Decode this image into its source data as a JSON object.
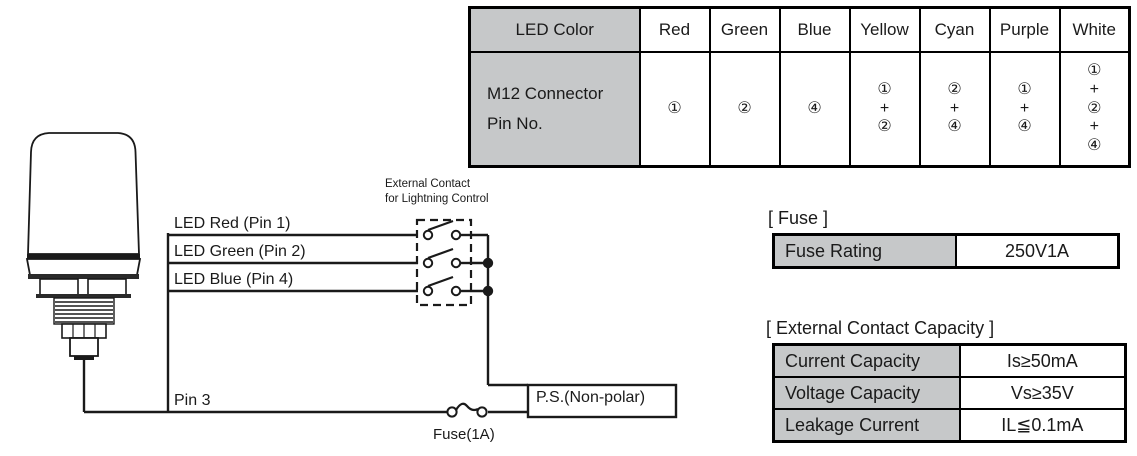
{
  "led_color_table": {
    "header_label": "LED Color",
    "row_label_line1": "M12 Connector",
    "row_label_line2": "Pin No.",
    "colors": [
      "Red",
      "Green",
      "Blue",
      "Yellow",
      "Cyan",
      "Purple",
      "White"
    ],
    "pins": [
      [
        "①"
      ],
      [
        "②"
      ],
      [
        "④"
      ],
      [
        "①",
        "+",
        "②"
      ],
      [
        "②",
        "+",
        "④"
      ],
      [
        "①",
        "+",
        "④"
      ],
      [
        "①",
        "+",
        "②",
        "+",
        "④"
      ]
    ]
  },
  "fuse_section": {
    "title": "[ Fuse ]",
    "rows": [
      {
        "key": "Fuse Rating",
        "value": "250V1A"
      }
    ]
  },
  "external_contact_section": {
    "title": "[ External Contact Capacity ]",
    "rows": [
      {
        "key": "Current Capacity",
        "value": "Is≥50mA"
      },
      {
        "key": "Voltage Capacity",
        "value": "Vs≥35V"
      },
      {
        "key": "Leakage Current",
        "value": "IL≦0.1mA"
      }
    ]
  },
  "wiring_diagram": {
    "labels": {
      "led_red": "LED Red (Pin 1)",
      "led_green": "LED Green (Pin 2)",
      "led_blue": "LED Blue (Pin 4)",
      "pin3": "Pin 3",
      "fuse": "Fuse(1A)",
      "power_supply": "P.S.(Non-polar)",
      "external_contact_line1": "External Contact",
      "external_contact_line2": "for Lightning Control"
    }
  },
  "colors": {
    "header_gray": "#c6c8c9",
    "line_black": "#000000",
    "page_background": "#ffffff"
  }
}
